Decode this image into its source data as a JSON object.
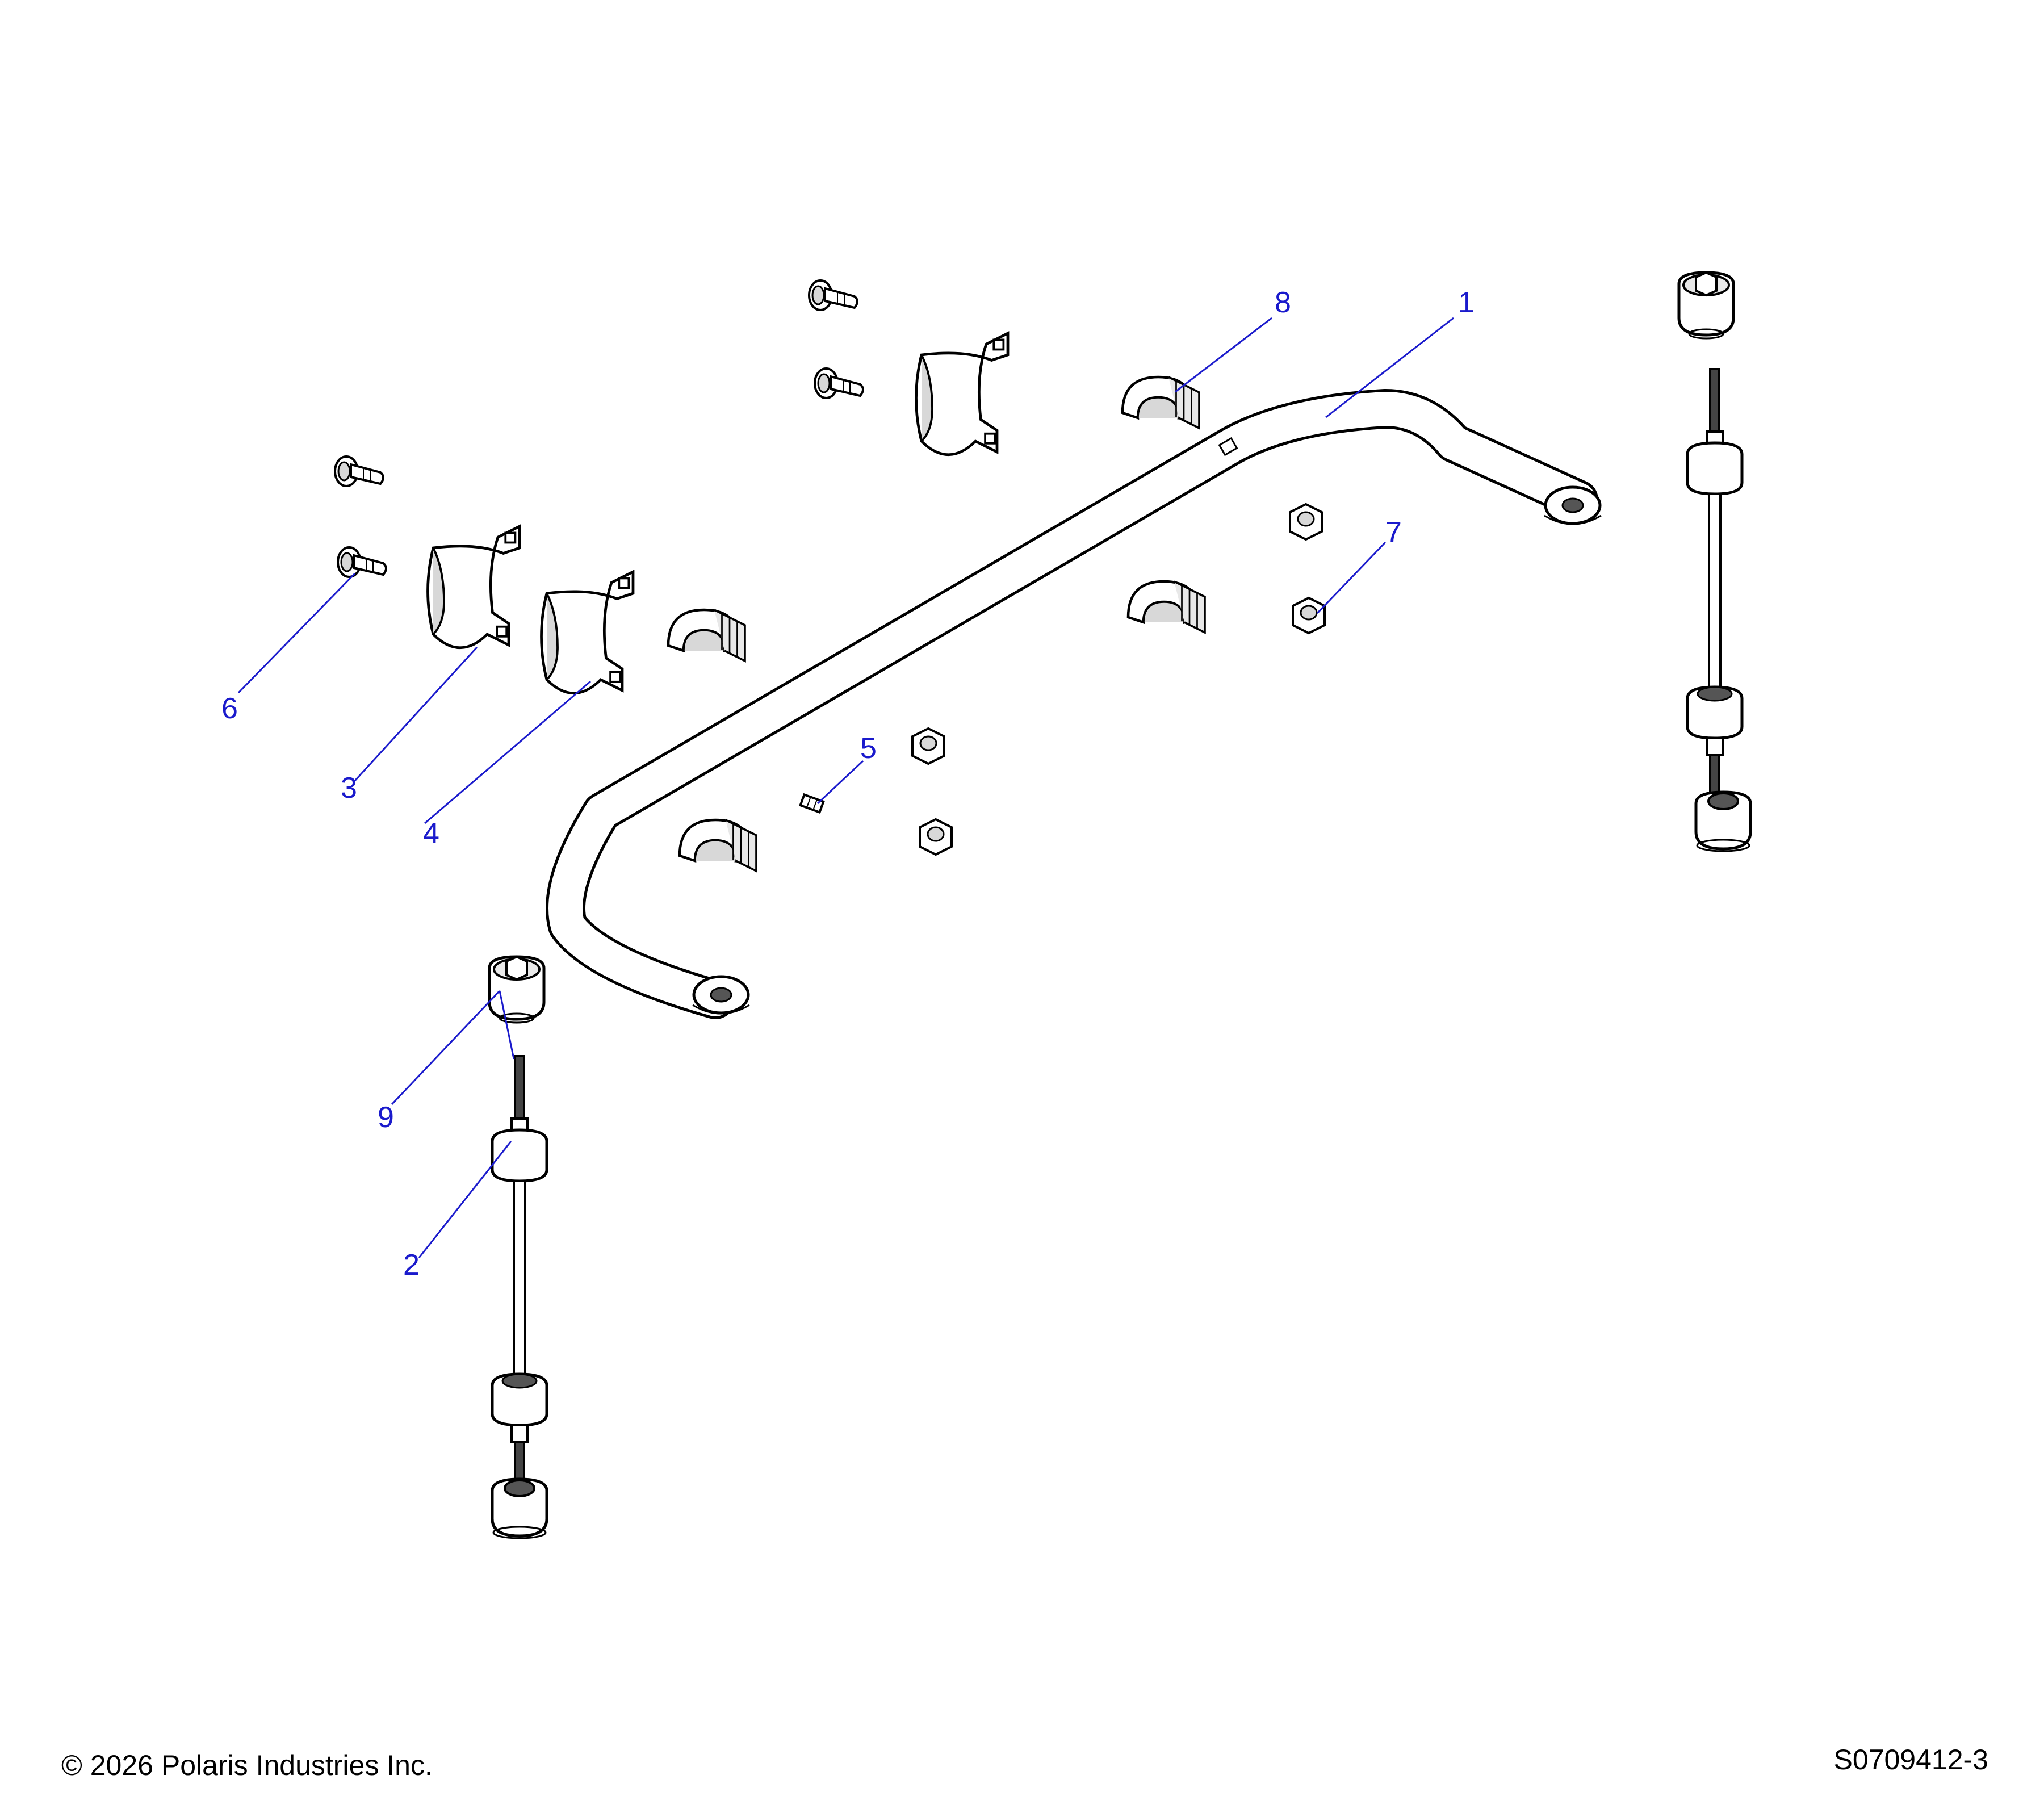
{
  "colors": {
    "callout": "#1a1acc",
    "outline": "#000000",
    "fill": "#ffffff",
    "shade": "#d8d8d8",
    "dark": "#555555"
  },
  "callouts": [
    {
      "id": "1",
      "label": "1"
    },
    {
      "id": "2",
      "label": "2"
    },
    {
      "id": "3",
      "label": "3"
    },
    {
      "id": "4",
      "label": "4"
    },
    {
      "id": "5",
      "label": "5"
    },
    {
      "id": "6",
      "label": "6"
    },
    {
      "id": "7",
      "label": "7"
    },
    {
      "id": "8",
      "label": "8"
    },
    {
      "id": "9",
      "label": "9"
    }
  ],
  "footer": {
    "copyright": "© 2026 Polaris Industries Inc.",
    "diagram_id": "S0709412-3"
  }
}
